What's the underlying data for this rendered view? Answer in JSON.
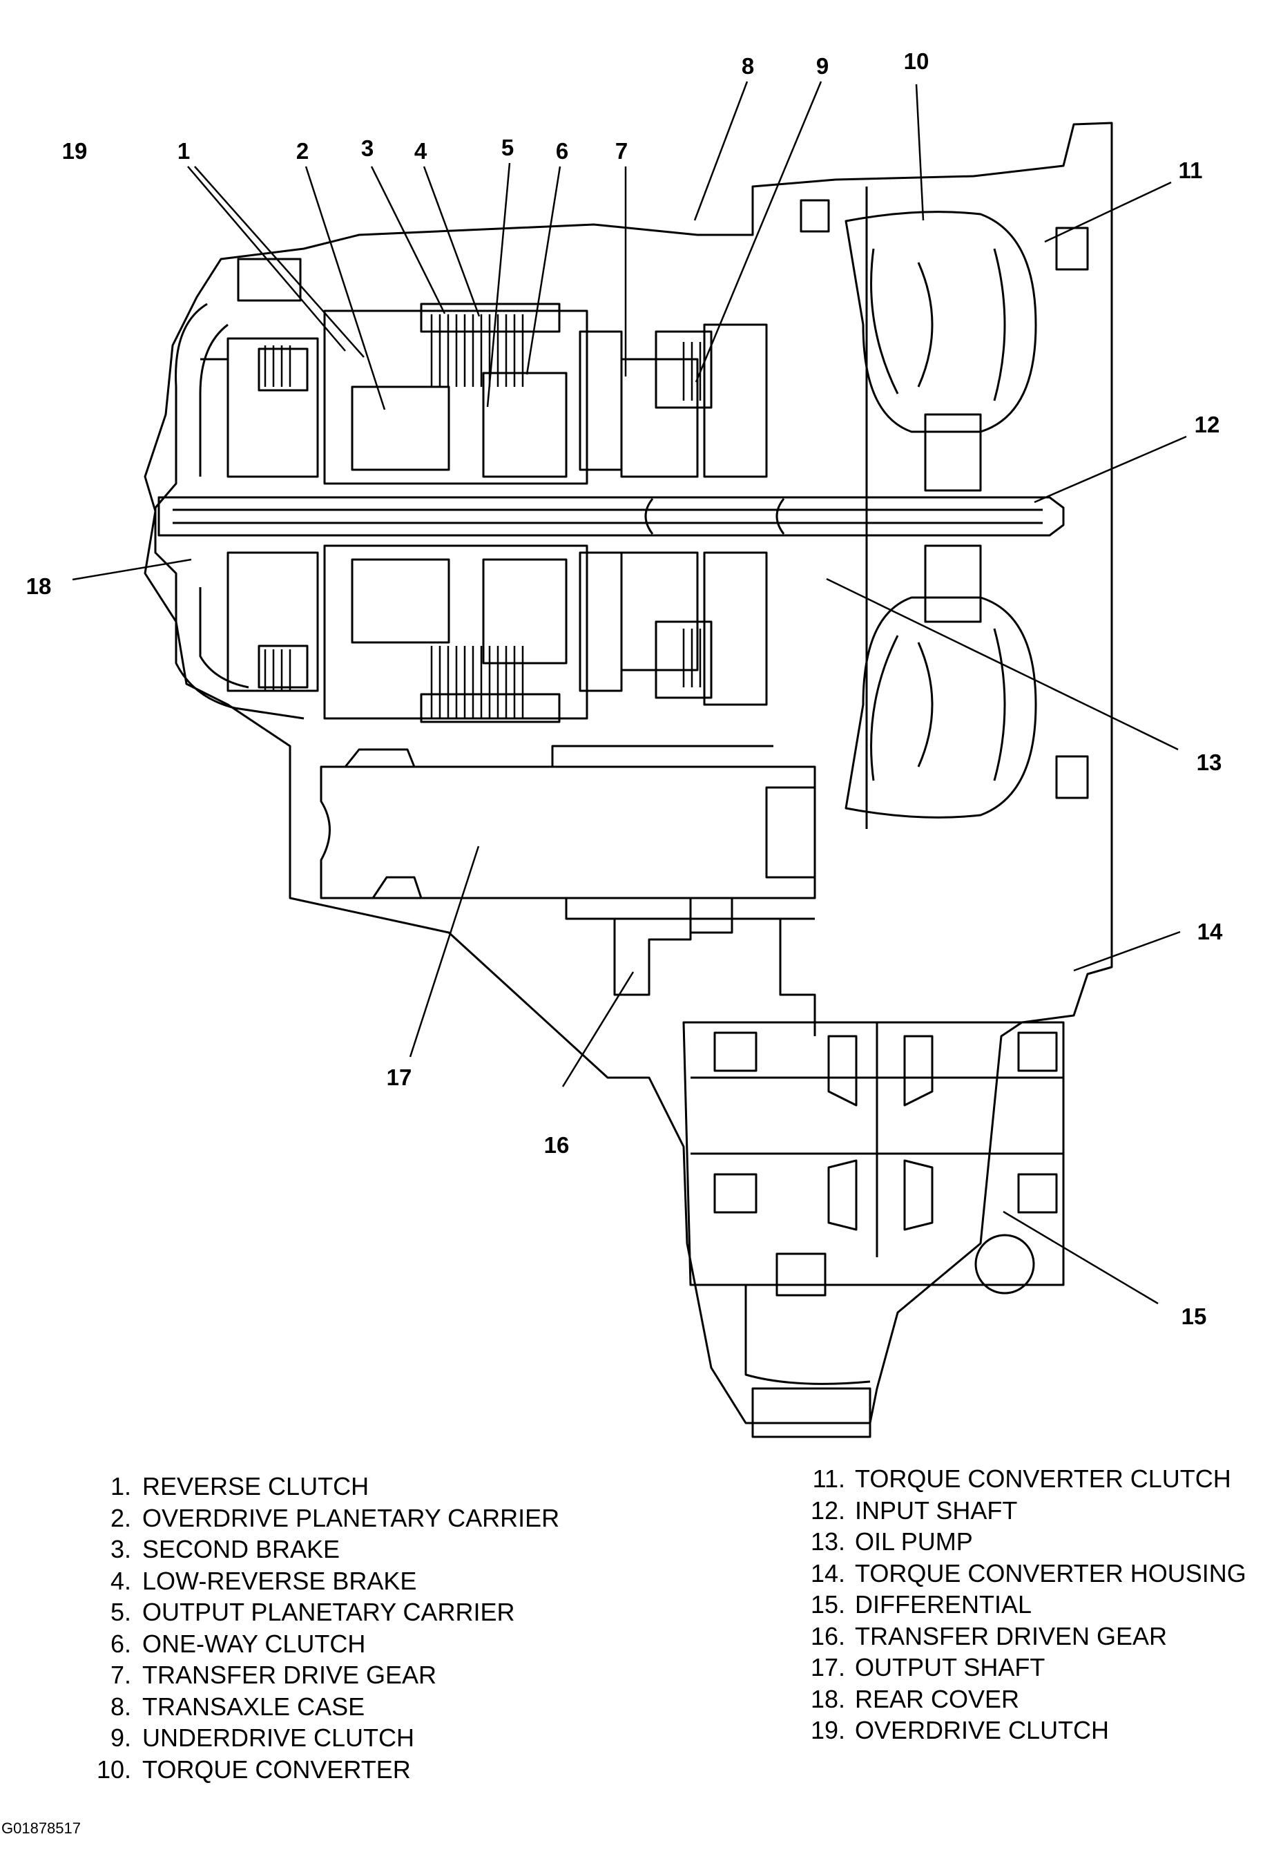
{
  "callouts": {
    "c1": "1",
    "c2": "2",
    "c3": "3",
    "c4": "4",
    "c5": "5",
    "c6": "6",
    "c7": "7",
    "c8": "8",
    "c9": "9",
    "c10": "10",
    "c11": "11",
    "c12": "12",
    "c13": "13",
    "c14": "14",
    "c15": "15",
    "c16": "16",
    "c17": "17",
    "c18": "18",
    "c19": "19"
  },
  "legend": {
    "left": [
      {
        "num": "1.",
        "text": "REVERSE CLUTCH"
      },
      {
        "num": "2.",
        "text": "OVERDRIVE PLANETARY CARRIER"
      },
      {
        "num": "3.",
        "text": "SECOND BRAKE"
      },
      {
        "num": "4.",
        "text": "LOW-REVERSE BRAKE"
      },
      {
        "num": "5.",
        "text": "OUTPUT PLANETARY CARRIER"
      },
      {
        "num": "6.",
        "text": "ONE-WAY CLUTCH"
      },
      {
        "num": "7.",
        "text": "TRANSFER DRIVE GEAR"
      },
      {
        "num": "8.",
        "text": "TRANSAXLE CASE"
      },
      {
        "num": "9.",
        "text": "UNDERDRIVE CLUTCH"
      },
      {
        "num": "10.",
        "text": "TORQUE CONVERTER"
      }
    ],
    "right": [
      {
        "num": "11.",
        "text": "TORQUE CONVERTER CLUTCH"
      },
      {
        "num": "12.",
        "text": "INPUT SHAFT"
      },
      {
        "num": "13.",
        "text": "OIL PUMP"
      },
      {
        "num": "14.",
        "text": "TORQUE CONVERTER HOUSING"
      },
      {
        "num": "15.",
        "text": "DIFFERENTIAL"
      },
      {
        "num": "16.",
        "text": "TRANSFER DRIVEN GEAR"
      },
      {
        "num": "17.",
        "text": "OUTPUT SHAFT"
      },
      {
        "num": "18.",
        "text": "REAR COVER"
      },
      {
        "num": "19.",
        "text": "OVERDRIVE CLUTCH"
      }
    ]
  },
  "figure_id": "G01878517"
}
